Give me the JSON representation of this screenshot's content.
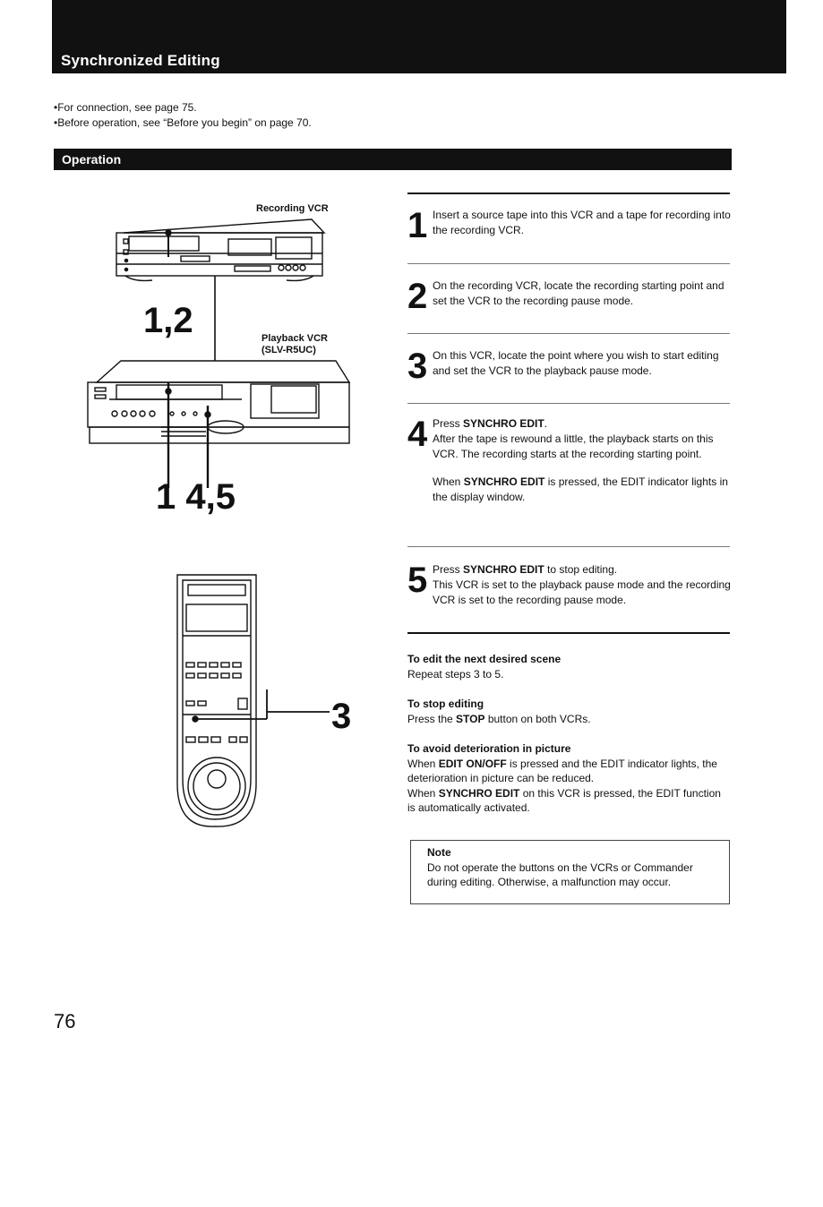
{
  "header": {
    "title": "Synchronized Editing"
  },
  "intro": {
    "line1": "•For connection, see page 75.",
    "line2": "•Before operation, see “Before you begin” on page 70."
  },
  "section": {
    "title": "Operation"
  },
  "figure": {
    "recording_vcr_label": "Recording VCR",
    "playback_vcr_label_1": "Playback VCR",
    "playback_vcr_label_2": "(SLV-R5UC)",
    "callout_top": "1,2",
    "callout_middle": "1 4,5",
    "callout_remote": "3"
  },
  "steps": [
    {
      "num": "1",
      "text": "Insert a source tape into this VCR and a tape for recording into the recording VCR."
    },
    {
      "num": "2",
      "text": "On the recording VCR, locate the recording starting point and set the VCR to the recording pause mode."
    },
    {
      "num": "3",
      "text": "On this VCR, locate the point where you wish to start editing and set the VCR to the playback pause mode."
    },
    {
      "num": "4",
      "lead": "Press ",
      "bold": "SYNCHRO EDIT",
      "lead_end": ".",
      "text": "After the tape is rewound a little, the playback starts on this VCR. The recording starts at the recording starting point.",
      "extra_lead": "When ",
      "extra_bold": "SYNCHRO EDIT",
      "extra_rest": " is pressed, the EDIT indicator lights in the display window."
    },
    {
      "num": "5",
      "lead": "Press ",
      "bold": "SYNCHRO EDIT",
      "lead_end": " to stop editing.",
      "text": "This VCR is set to the playback pause mode and the recording VCR is set to the recording pause mode."
    }
  ],
  "tips": [
    {
      "head": "To edit the next desired scene",
      "body": "Repeat steps 3 to 5."
    },
    {
      "head": "To stop editing",
      "body_pre": "Press the ",
      "body_bold": "STOP",
      "body_post": " button on both VCRs."
    },
    {
      "head": "To avoid deterioration in picture",
      "p1_pre": "When ",
      "p1_bold": "EDIT ON/OFF",
      "p1_post": " is pressed and the EDIT indicator lights, the deterioration in picture can be reduced.",
      "p2_pre": "When ",
      "p2_bold": "SYNCHRO EDIT",
      "p2_post": " on this VCR is pressed, the EDIT function is automatically activated."
    }
  ],
  "note": {
    "head": "Note",
    "body": "Do not operate the buttons on the VCRs or Commander during editing. Otherwise, a malfunction may occur."
  },
  "page_number": "76"
}
